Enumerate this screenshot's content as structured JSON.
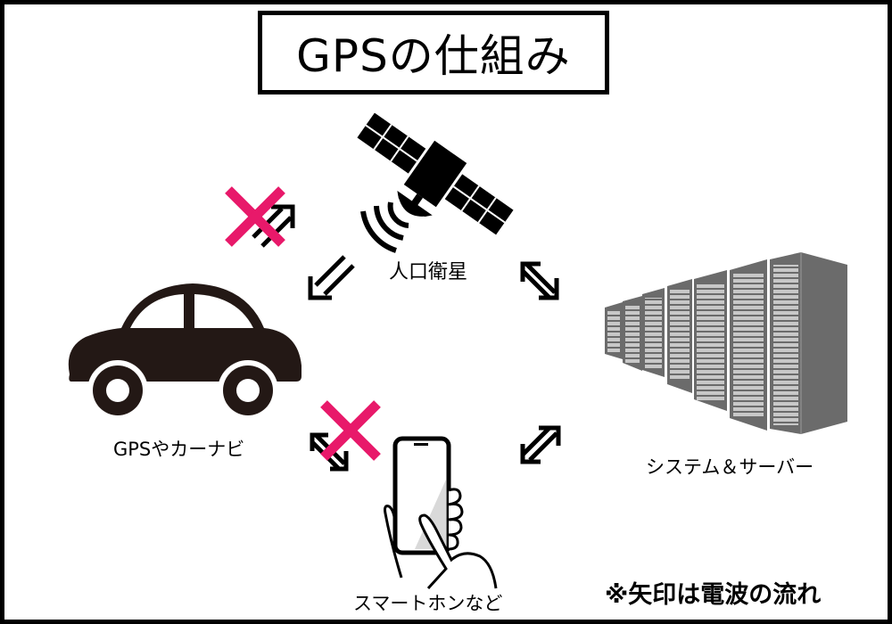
{
  "title": "GPSの仕組み",
  "nodes": {
    "satellite": {
      "label": "人口衛星",
      "icon": "satellite-icon"
    },
    "car": {
      "label": "GPSやカーナビ",
      "icon": "car-icon"
    },
    "server": {
      "label": "システム＆サーバー",
      "icon": "server-rack-icon"
    },
    "smartphone": {
      "label": "スマートホンなど",
      "icon": "smartphone-hand-icon"
    }
  },
  "edges": [
    {
      "from": "satellite",
      "to": "car",
      "type": "one-way",
      "blocked": false
    },
    {
      "from": "car",
      "to": "satellite",
      "type": "one-way",
      "blocked": true
    },
    {
      "from": "satellite",
      "to": "server",
      "type": "two-way",
      "blocked": false
    },
    {
      "from": "car",
      "to": "smartphone",
      "type": "two-way",
      "blocked": true
    },
    {
      "from": "smartphone",
      "to": "server",
      "type": "two-way",
      "blocked": false
    }
  ],
  "note": "※矢印は電波の流れ",
  "colors": {
    "ink": "#000000",
    "car": "#231815",
    "blocked_x": "#E8196A",
    "server_body": "#6B6B6B",
    "server_panel": "#C8C8C8",
    "phone_screen_shade": "#D9D9D9"
  }
}
